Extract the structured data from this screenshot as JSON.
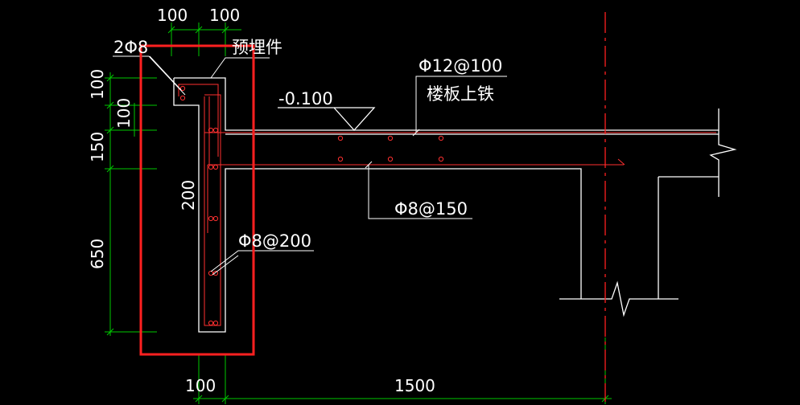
{
  "labels": {
    "dim_top_left": "100",
    "dim_top_right": "100",
    "rebar_top": "2Φ8",
    "embedded_part": "预埋件",
    "elevation": "-0.100",
    "slab_rebar_spec": "Φ12@100",
    "slab_rebar_note": "楼板上铁",
    "dim_left_1": "100",
    "dim_left_2": "100",
    "dim_left_3": "150",
    "dim_left_4": "650",
    "dim_wall": "200",
    "stirrup_spec": "Φ8@200",
    "slab_bottom_spec": "Φ8@150",
    "dim_bottom_left": "100",
    "dim_bottom_right": "1500"
  },
  "colors": {
    "background": "#000000",
    "outline": "#ffffff",
    "rebar": "#ff3030",
    "dimension": "#00c800",
    "highlight": "#ff2020",
    "centerline": "#ff2020"
  }
}
